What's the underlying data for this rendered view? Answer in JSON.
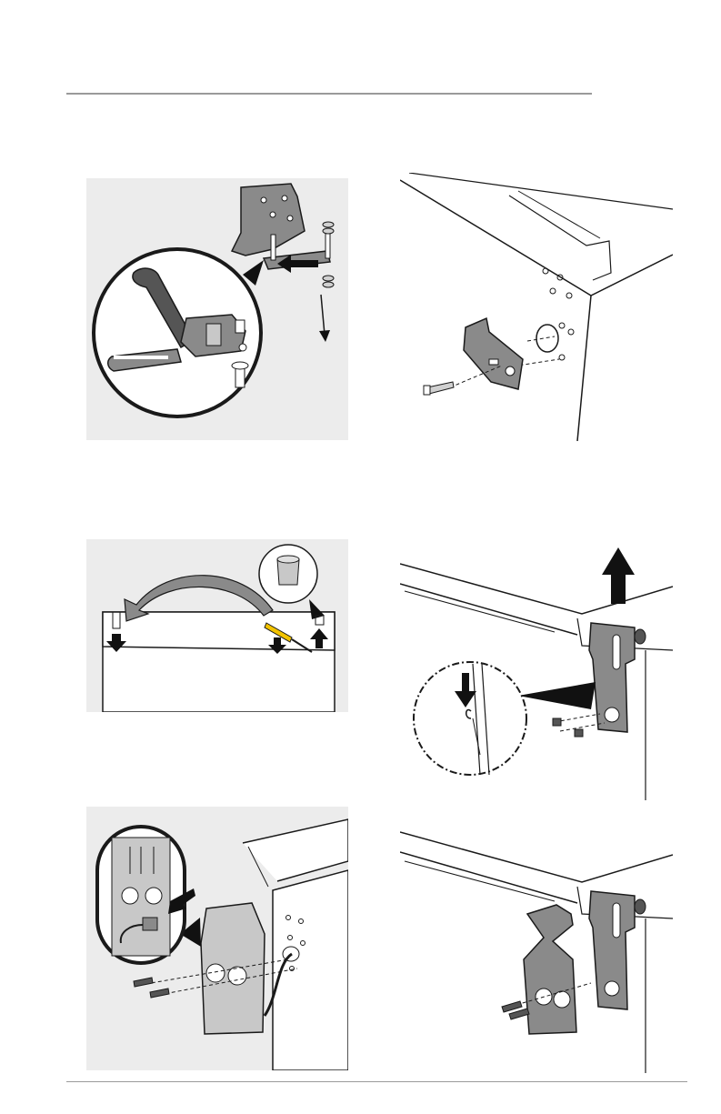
{
  "page": {
    "header_rule": "top-divider",
    "footer_rule": "bottom-divider"
  },
  "colors": {
    "panel_bg": "#ececec",
    "part_dark": "#555555",
    "part_mid": "#8a8a8a",
    "part_light": "#c8c8c8",
    "outline": "#1a1a1a",
    "screwdriver_handle": "#f2c300"
  },
  "figures": [
    {
      "id": "fig-hinge-removal",
      "icons": [
        "wrench-icon",
        "hinge-bracket-icon",
        "bolt-icon",
        "nut-icon",
        "arrow-icon"
      ]
    },
    {
      "id": "fig-bracket-install",
      "icons": [
        "bracket-icon",
        "screw-icon",
        "hole-plug-icon"
      ]
    },
    {
      "id": "fig-pin-swap",
      "icons": [
        "hinge-pin-icon",
        "screwdriver-icon",
        "curved-arrow-icon"
      ]
    },
    {
      "id": "fig-door-lift",
      "icons": [
        "hinge-icon",
        "up-arrow-icon",
        "magnifier-icon"
      ]
    },
    {
      "id": "fig-cover-wiring",
      "icons": [
        "control-cover-icon",
        "connector-icon",
        "screw-icon"
      ]
    },
    {
      "id": "fig-cover-install",
      "icons": [
        "hinge-cover-icon",
        "screw-icon"
      ]
    }
  ]
}
